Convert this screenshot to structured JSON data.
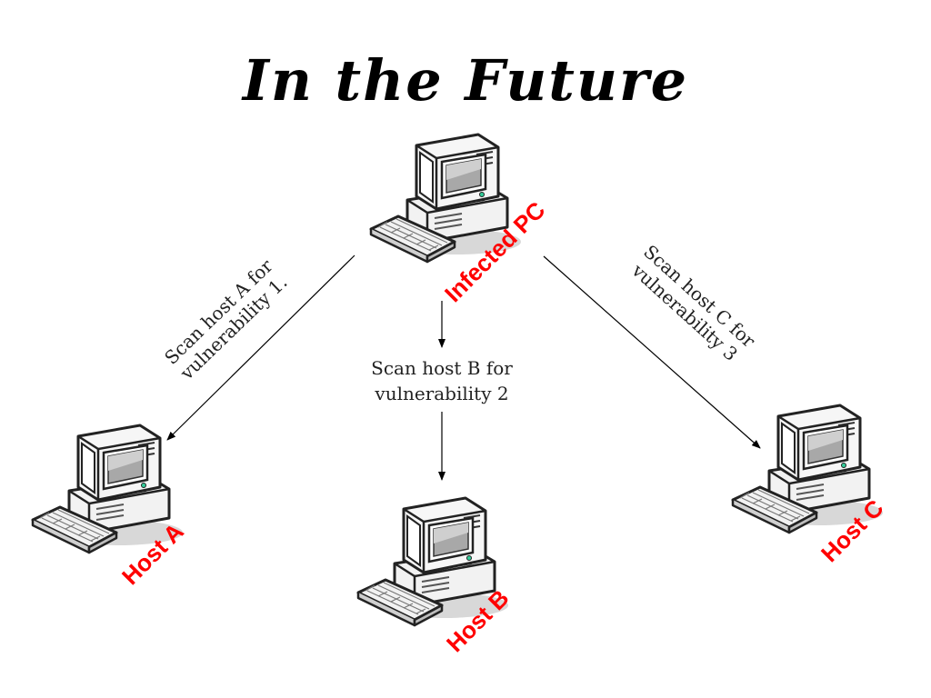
{
  "title": "In the Future",
  "colors": {
    "host_label": "#ff0000",
    "arrow": "#000000"
  },
  "nodes": {
    "infected": {
      "label": "Infected PC",
      "icon": "desktop-computer-icon"
    },
    "host_a": {
      "label": "Host A",
      "icon": "desktop-computer-icon"
    },
    "host_b": {
      "label": "Host B",
      "icon": "desktop-computer-icon"
    },
    "host_c": {
      "label": "Host C",
      "icon": "desktop-computer-icon"
    }
  },
  "edges": {
    "a": {
      "line1": "Scan host A for",
      "line2": "vulnerability 1."
    },
    "b": {
      "line1": "Scan host B for",
      "line2": "vulnerability 2"
    },
    "c": {
      "line1": "Scan host C for",
      "line2": "vulnerability 3"
    }
  }
}
